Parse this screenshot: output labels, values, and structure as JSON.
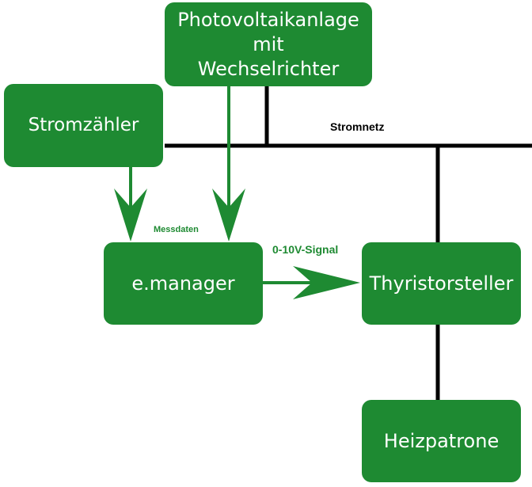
{
  "colors": {
    "box_fill": "#1e8a32",
    "box_text": "#ffffff",
    "arrow": "#1e8a32",
    "power_line": "#000000"
  },
  "nodes": {
    "pv": {
      "lines": [
        "Photovoltaikanlage",
        "mit",
        "Wechselrichter"
      ]
    },
    "meter": {
      "label": "Stromzähler"
    },
    "manager": {
      "label": "e.manager"
    },
    "thyristor": {
      "label": "Thyristorsteller"
    },
    "heater": {
      "label": "Heizpatrone"
    }
  },
  "edges": {
    "grid_label": "Stromnetz",
    "measure_label": "Messdaten",
    "signal_label": "0-10V-Signal"
  }
}
